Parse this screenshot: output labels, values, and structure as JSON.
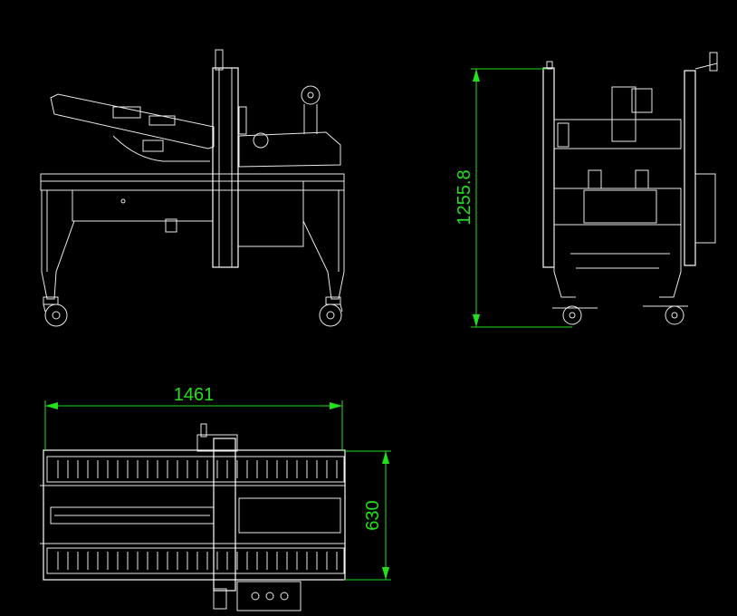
{
  "colors": {
    "background": "#000000",
    "geometry": "#e8e8e8",
    "dimension": "#22e01a"
  },
  "dimensions": {
    "width": "1461",
    "height": "1255.8",
    "depth": "630"
  }
}
